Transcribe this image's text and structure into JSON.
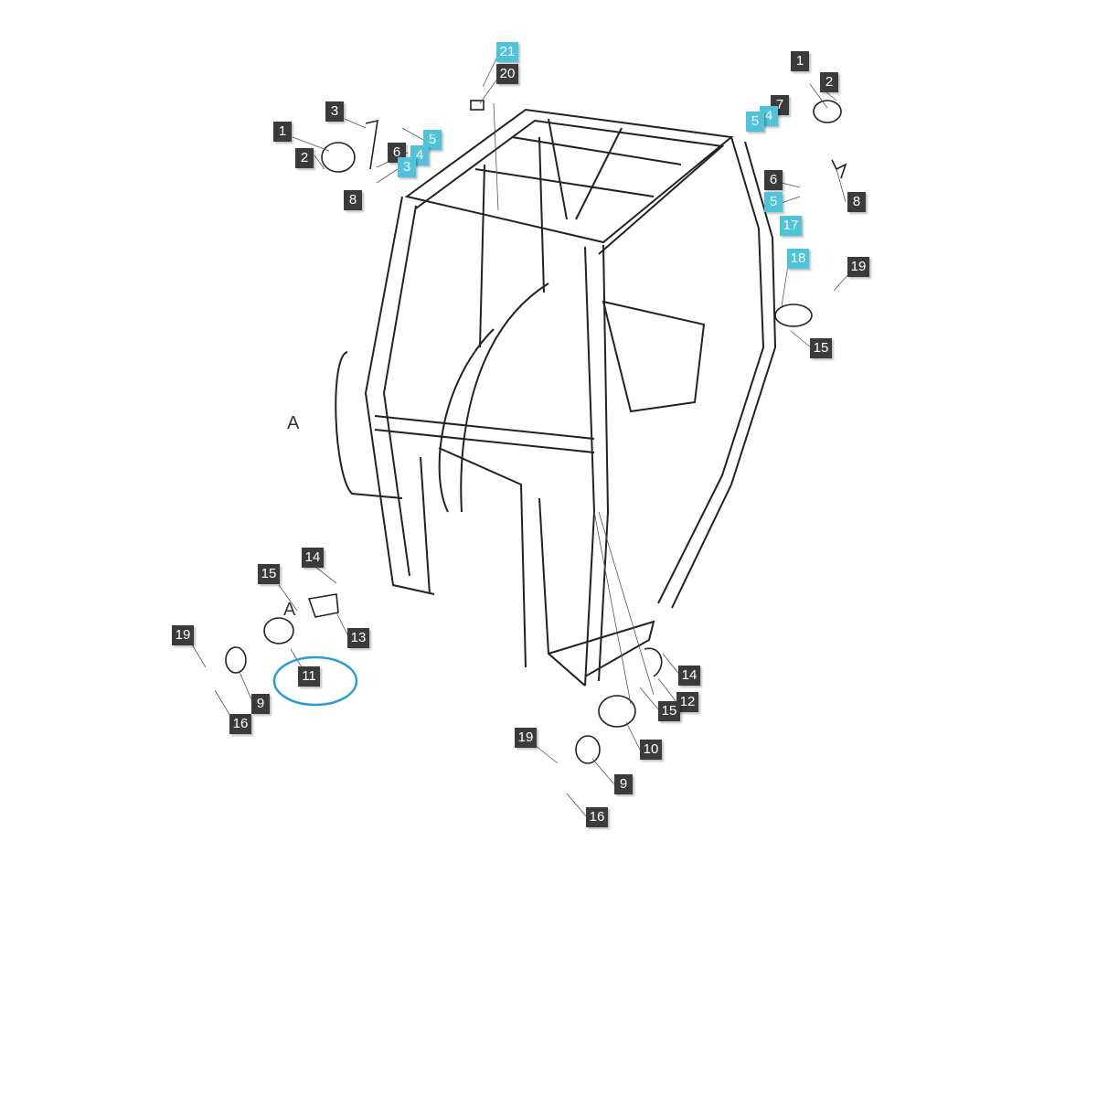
{
  "diagram": {
    "colors": {
      "callout_dark": "#3b3b3b",
      "callout_highlight": "#4fc4d9",
      "highlight_ring": "#2b9bd6",
      "line": "#222222"
    },
    "callouts": [
      {
        "id": "c-1a",
        "text": "1",
        "style": "dark"
      },
      {
        "id": "c-2a",
        "text": "2",
        "style": "dark"
      },
      {
        "id": "c-3a",
        "text": "3",
        "style": "dark"
      },
      {
        "id": "c-5a",
        "text": "5",
        "style": "cyan"
      },
      {
        "id": "c-6a",
        "text": "6",
        "style": "dark"
      },
      {
        "id": "c-4a",
        "text": "4",
        "style": "cyan"
      },
      {
        "id": "c-3b",
        "text": "3",
        "style": "cyan"
      },
      {
        "id": "c-8a",
        "text": "8",
        "style": "dark"
      },
      {
        "id": "c-21",
        "text": "21",
        "style": "cyan"
      },
      {
        "id": "c-20",
        "text": "20",
        "style": "dark"
      },
      {
        "id": "c-1b",
        "text": "1",
        "style": "dark"
      },
      {
        "id": "c-2b",
        "text": "2",
        "style": "dark"
      },
      {
        "id": "c-7",
        "text": "7",
        "style": "dark"
      },
      {
        "id": "c-4b",
        "text": "4",
        "style": "cyan"
      },
      {
        "id": "c-5b",
        "text": "5",
        "style": "cyan"
      },
      {
        "id": "c-6b",
        "text": "6",
        "style": "dark"
      },
      {
        "id": "c-5c",
        "text": "5",
        "style": "cyan"
      },
      {
        "id": "c-8b",
        "text": "8",
        "style": "dark"
      },
      {
        "id": "c-17",
        "text": "17",
        "style": "cyan"
      },
      {
        "id": "c-18",
        "text": "18",
        "style": "cyan"
      },
      {
        "id": "c-19a",
        "text": "19",
        "style": "dark"
      },
      {
        "id": "c-15a",
        "text": "15",
        "style": "dark"
      },
      {
        "id": "c-14a",
        "text": "14",
        "style": "dark"
      },
      {
        "id": "c-15b",
        "text": "15",
        "style": "dark"
      },
      {
        "id": "c-13",
        "text": "13",
        "style": "dark"
      },
      {
        "id": "c-19b",
        "text": "19",
        "style": "dark"
      },
      {
        "id": "c-11",
        "text": "11",
        "style": "dark"
      },
      {
        "id": "c-9a",
        "text": "9",
        "style": "dark"
      },
      {
        "id": "c-16a",
        "text": "16",
        "style": "dark"
      },
      {
        "id": "c-14b",
        "text": "14",
        "style": "dark"
      },
      {
        "id": "c-12",
        "text": "12",
        "style": "dark"
      },
      {
        "id": "c-15c",
        "text": "15",
        "style": "dark"
      },
      {
        "id": "c-10",
        "text": "10",
        "style": "dark"
      },
      {
        "id": "c-19c",
        "text": "19",
        "style": "dark"
      },
      {
        "id": "c-9b",
        "text": "9",
        "style": "dark"
      },
      {
        "id": "c-16b",
        "text": "16",
        "style": "dark"
      }
    ],
    "reference_letters": [
      "A",
      "A"
    ],
    "highlighted_part": "11"
  }
}
